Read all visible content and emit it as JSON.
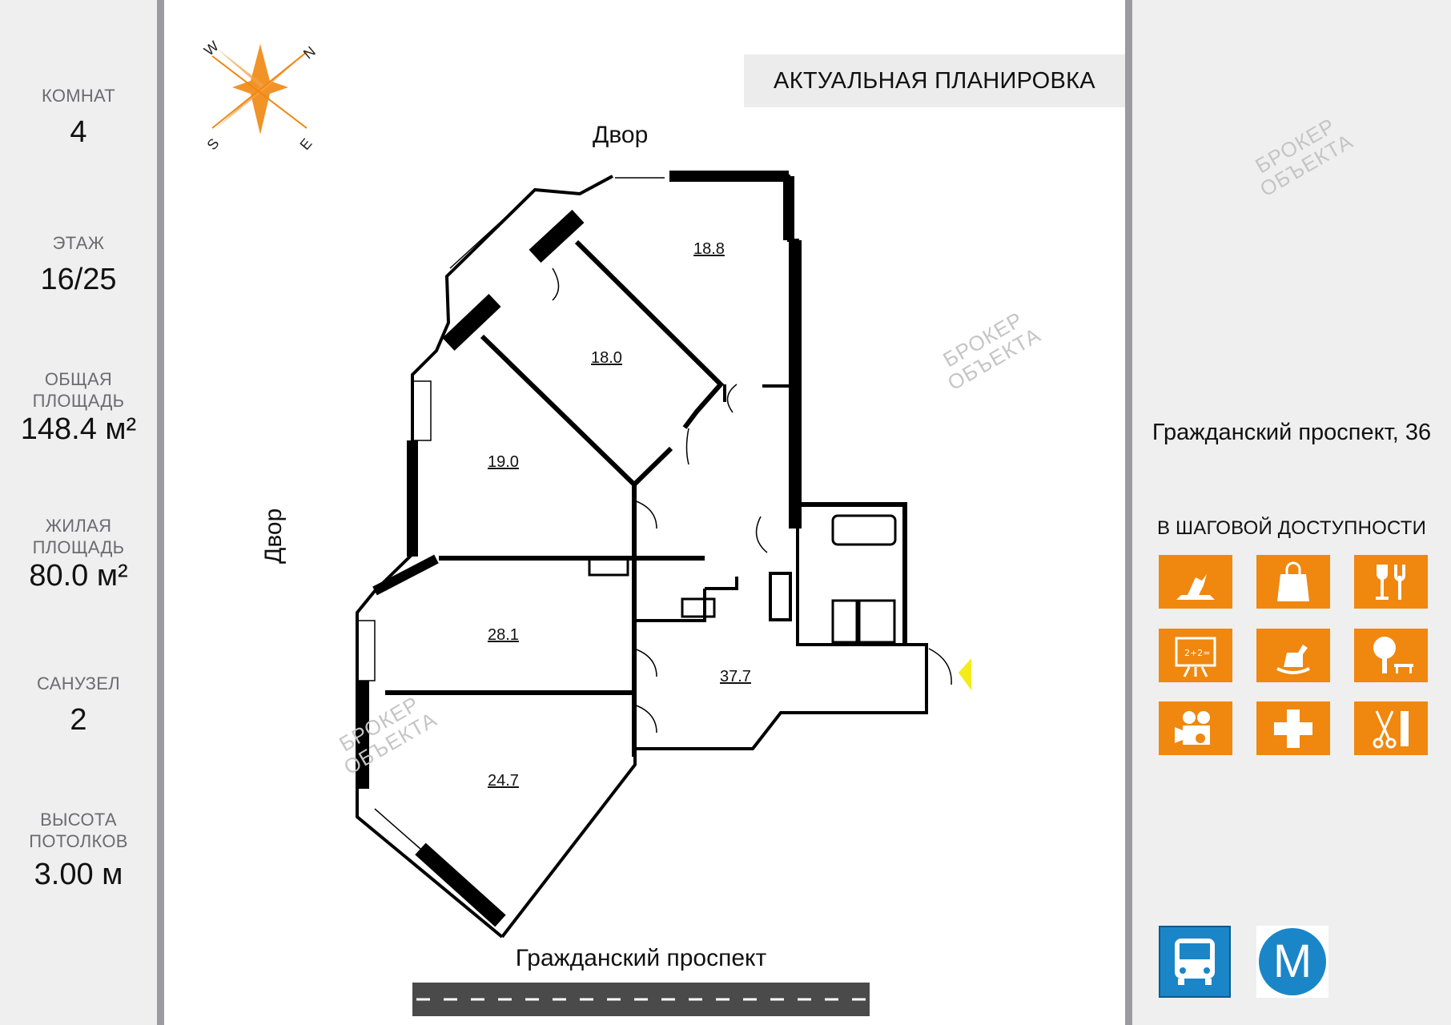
{
  "stats": [
    {
      "label": "КОМНАТ",
      "value": "4"
    },
    {
      "label": "ЭТАЖ",
      "value": "16/25"
    },
    {
      "label": "ОБЩАЯ\nПЛОЩАДЬ",
      "value": "148.4 м²"
    },
    {
      "label": "ЖИЛАЯ\nПЛОЩАДЬ",
      "value": "80.0 м²"
    },
    {
      "label": "САНУЗЕЛ",
      "value": "2"
    },
    {
      "label": "ВЫСОТА\nПОТОЛКОВ",
      "value": "3.00 м"
    }
  ],
  "compass": {
    "n": "N",
    "e": "E",
    "s": "S",
    "w": "W",
    "accent": "#f0870f"
  },
  "plan": {
    "title": "АКТУАЛЬНАЯ ПЛАНИРОВКА",
    "courtyard_top": "Двор",
    "courtyard_left": "Двор",
    "street": "Гражданский проспект",
    "rooms": [
      "18.8",
      "18.0",
      "19.0",
      "28.1",
      "24.7",
      "37.7"
    ]
  },
  "watermark": "БРОКЕР\nОБЪЕКТА",
  "address": "Гражданский проспект, 36",
  "walking_distance": {
    "title": "В ШАГОВОЙ ДОСТУПНОСТИ",
    "icons": [
      "monument-icon",
      "shopping-bag-icon",
      "restaurant-icon",
      "school-icon",
      "kindergarten-icon",
      "park-icon",
      "cinema-icon",
      "medical-icon",
      "barber-icon"
    ],
    "accent": "#f0870f"
  },
  "transport": {
    "metro_letter": "M",
    "bus_icon": "bus-icon",
    "metro_icon": "metro-icon"
  }
}
